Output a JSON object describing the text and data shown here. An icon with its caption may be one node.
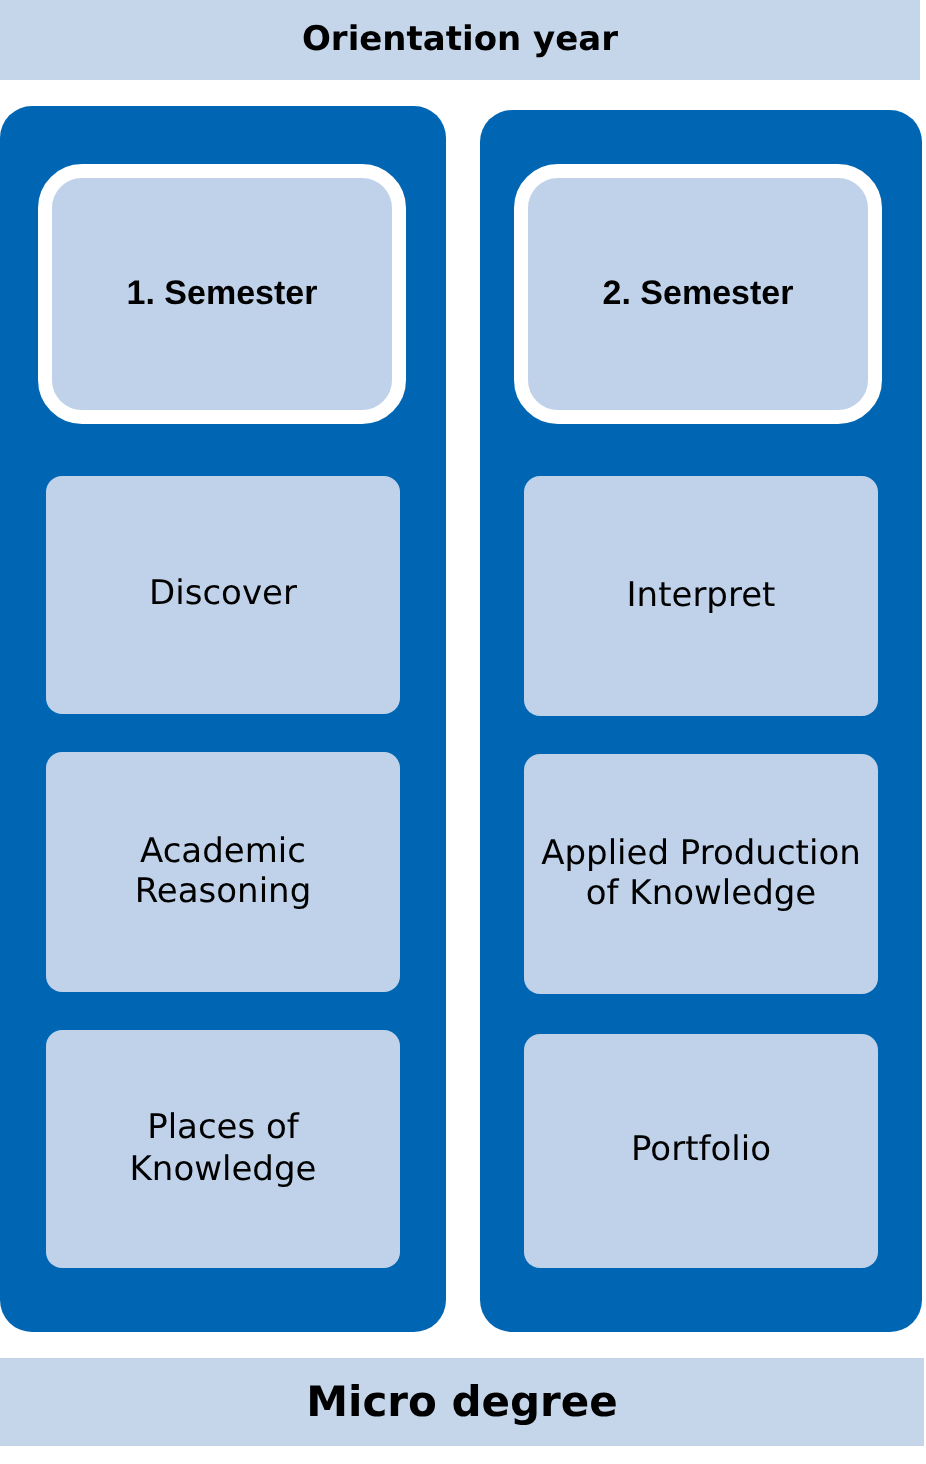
{
  "diagram": {
    "nodes": [
      {
        "text": [
          "Orientation year"
        ]
      },
      {
        "text": [],
        "shape": "box"
      },
      {
        "text": [
          "1. Semester"
        ],
        "in": 1
      },
      {
        "text": [
          "Discover"
        ],
        "in": 1
      },
      {
        "text": [
          "Academic Reasoning"
        ],
        "in": 1
      },
      {
        "text": [
          "Places of Knowledge"
        ],
        "in": 1
      },
      {
        "text": [],
        "shape": "box"
      },
      {
        "text": [
          "2. Semester"
        ],
        "in": 6
      },
      {
        "text": [
          "Interpret"
        ],
        "in": 6
      },
      {
        "text": [
          "Applied Production of Knowledge"
        ],
        "in": 6
      },
      {
        "text": [
          "Portfolio"
        ],
        "in": 6
      },
      {
        "text": [
          "Micro degree"
        ]
      }
    ]
  }
}
